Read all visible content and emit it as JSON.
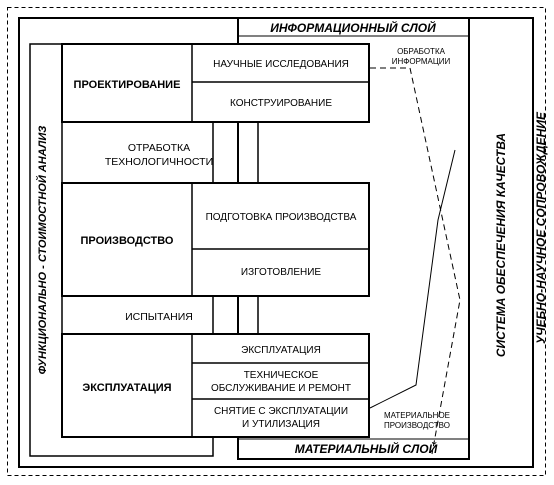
{
  "layers": {
    "information": "ИНФОРМАЦИОННЫЙ СЛОЙ",
    "material": "МАТЕРИАЛЬНЫЙ СЛОЙ"
  },
  "side_labels": {
    "left": "ФУНКЦИОНАЛЬНО - СТОИМОСТНОЙ АНАЛИЗ",
    "quality": "СИСТЕМА ОБЕСПЕЧЕНИЯ КАЧЕСТВА",
    "support": "УЧЕБНО-НАУЧНОЕ СОПРОВОЖДЕНИЕ"
  },
  "stages": [
    {
      "title": "ПРОЕКТИРОВАНИЕ",
      "items": [
        [
          "НАУЧНЫЕ ИССЛЕДОВАНИЯ"
        ],
        [
          "КОНСТРУИРОВАНИЕ"
        ]
      ]
    },
    {
      "title": "ПРОИЗВОДСТВО",
      "items": [
        [
          "ПОДГОТОВКА ПРОИЗВОДСТВА"
        ],
        [
          "ИЗГОТОВЛЕНИЕ"
        ]
      ]
    },
    {
      "title": "ЭКСПЛУАТАЦИЯ",
      "items": [
        [
          "ЭКСПЛУАТАЦИЯ"
        ],
        [
          "ТЕХНИЧЕСКОЕ",
          "ОБСЛУЖИВАНИЕ И РЕМОНТ"
        ],
        [
          "СНЯТИЕ С ЭКСПЛУАТАЦИИ",
          "И УТИЛИЗАЦИЯ"
        ]
      ]
    }
  ],
  "transitions": {
    "design_production": [
      "ОТРАБОТКА",
      "ТЕХНОЛОГИЧНОСТИ"
    ],
    "production_operation": [
      "ИСПЫТАНИЯ"
    ]
  },
  "annotations": {
    "info_processing": [
      "ОБРАБОТКА",
      "ИНФОРМАЦИИ"
    ],
    "material_production": [
      "МАТЕРИАЛЬНОЕ",
      "ПРОИЗВОДСТВО"
    ]
  }
}
